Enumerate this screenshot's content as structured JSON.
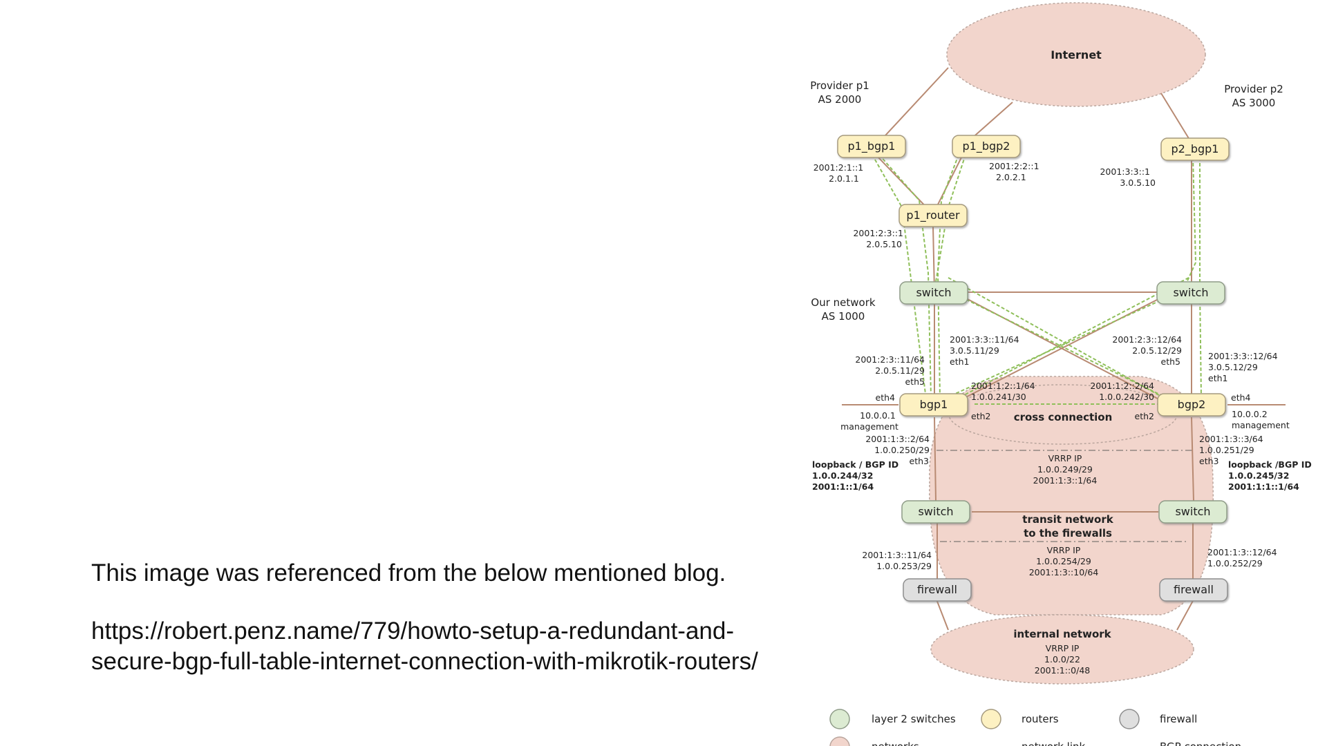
{
  "caption": {
    "line1": "This image was referenced from the below mentioned blog.",
    "url_line1": "https://robert.penz.name/779/howto-setup-a-redundant-and-",
    "url_line2": "secure-bgp-full-table-internet-connection-with-mikrotik-routers/"
  },
  "diagram": {
    "networks": {
      "internet": "Internet",
      "cross_connection": "cross connection",
      "transit_line1": "transit network",
      "transit_line2": "to the firewalls",
      "internal": "internal network",
      "internal_vrrp": "VRRP IP",
      "internal_ip4": "1.0.0/22",
      "internal_ip6": "2001:1::0/48"
    },
    "providers": {
      "p1_line1": "Provider p1",
      "p1_line2": "AS 2000",
      "p2_line1": "Provider p2",
      "p2_line2": "AS 3000",
      "our_line1": "Our network",
      "our_line2": "AS 1000"
    },
    "nodes": {
      "p1_bgp1": "p1_bgp1",
      "p1_bgp2": "p1_bgp2",
      "p2_bgp1": "p2_bgp1",
      "p1_router": "p1_router",
      "switch_top_left": "switch",
      "switch_top_right": "switch",
      "bgp1": "bgp1",
      "bgp2": "bgp2",
      "switch_mid_left": "switch",
      "switch_mid_right": "switch",
      "firewall_left": "firewall",
      "firewall_right": "firewall"
    },
    "labels": {
      "p1_bgp1_ip6": "2001:2:1::1",
      "p1_bgp1_ip4": "2.0.1.1",
      "p1_bgp2_ip6": "2001:2:2::1",
      "p1_bgp2_ip4": "2.0.2.1",
      "p2_bgp1_ip6": "2001:3:3::1",
      "p2_bgp1_ip4": "3.0.5.10",
      "p1_router_ip6": "2001:2:3::1",
      "p1_router_ip4": "2.0.5.10",
      "bgp1_eth1_ip6": "2001:3:3::11/64",
      "bgp1_eth1_ip4": "3.0.5.11/29",
      "bgp1_eth1": "eth1",
      "bgp2_eth5_ip6": "2001:2:3::12/64",
      "bgp2_eth5_ip4": "2.0.5.12/29",
      "bgp2_eth5": "eth5",
      "bgp1_eth5_ip6": "2001:2:3::11/64",
      "bgp1_eth5_ip4": "2.0.5.11/29",
      "bgp1_eth5": "eth5",
      "bgp2_eth1_ip6": "2001:3:3::12/64",
      "bgp2_eth1_ip4": "3.0.5.12/29",
      "bgp2_eth1": "eth1",
      "cross_left_ip6": "2001:1:2::1/64",
      "cross_left_ip4": "1.0.0.241/30",
      "cross_right_ip6": "2001:1:2::2/64",
      "cross_right_ip4": "1.0.0.242/30",
      "bgp1_eth4": "eth4",
      "bgp2_eth4": "eth4",
      "bgp1_eth2": "eth2",
      "bgp2_eth2": "eth2",
      "bgp1_mgmt_ip": "10.0.0.1",
      "bgp1_mgmt": "management",
      "bgp2_mgmt_ip": "10.0.0.2",
      "bgp2_mgmt": "management",
      "bgp1_eth3_ip6": "2001:1:3::2/64",
      "bgp1_eth3_ip4": "1.0.0.250/29",
      "bgp1_eth3": "eth3",
      "bgp2_eth3_ip6": "2001:1:3::3/64",
      "bgp2_eth3_ip4": "1.0.0.251/29",
      "bgp2_eth3": "eth3",
      "vrrp1_title": "VRRP IP",
      "vrrp1_ip4": "1.0.0.249/29",
      "vrrp1_ip6": "2001:1:3::1/64",
      "loop1_title": "loopback / BGP ID",
      "loop1_ip4": "1.0.0.244/32",
      "loop1_ip6": "2001:1::1/64",
      "loop2_title": "loopback /BGP ID",
      "loop2_ip4": "1.0.0.245/32",
      "loop2_ip6": "2001:1:1::1/64",
      "vrrp2_title": "VRRP IP",
      "vrrp2_ip4": "1.0.0.254/29",
      "vrrp2_ip6": "2001:1:3::10/64",
      "fw_left_ip6": "2001:1:3::11/64",
      "fw_left_ip4": "1.0.0.253/29",
      "fw_right_ip6": "2001:1:3::12/64",
      "fw_right_ip4": "1.0.0.252/29"
    },
    "legend": {
      "switches": "layer 2 switches",
      "routers": "routers",
      "firewall": "firewall",
      "networks": "networks",
      "link": "network link",
      "bgp": "BGP connection"
    },
    "colors": {
      "network_fill": "#f2d5cc",
      "router_fill": "#fdf1c2",
      "switch_fill": "#dcebd2",
      "firewall_fill": "#dfdfdf",
      "link": "#b88a72",
      "bgp": "#8fbf5a"
    }
  }
}
